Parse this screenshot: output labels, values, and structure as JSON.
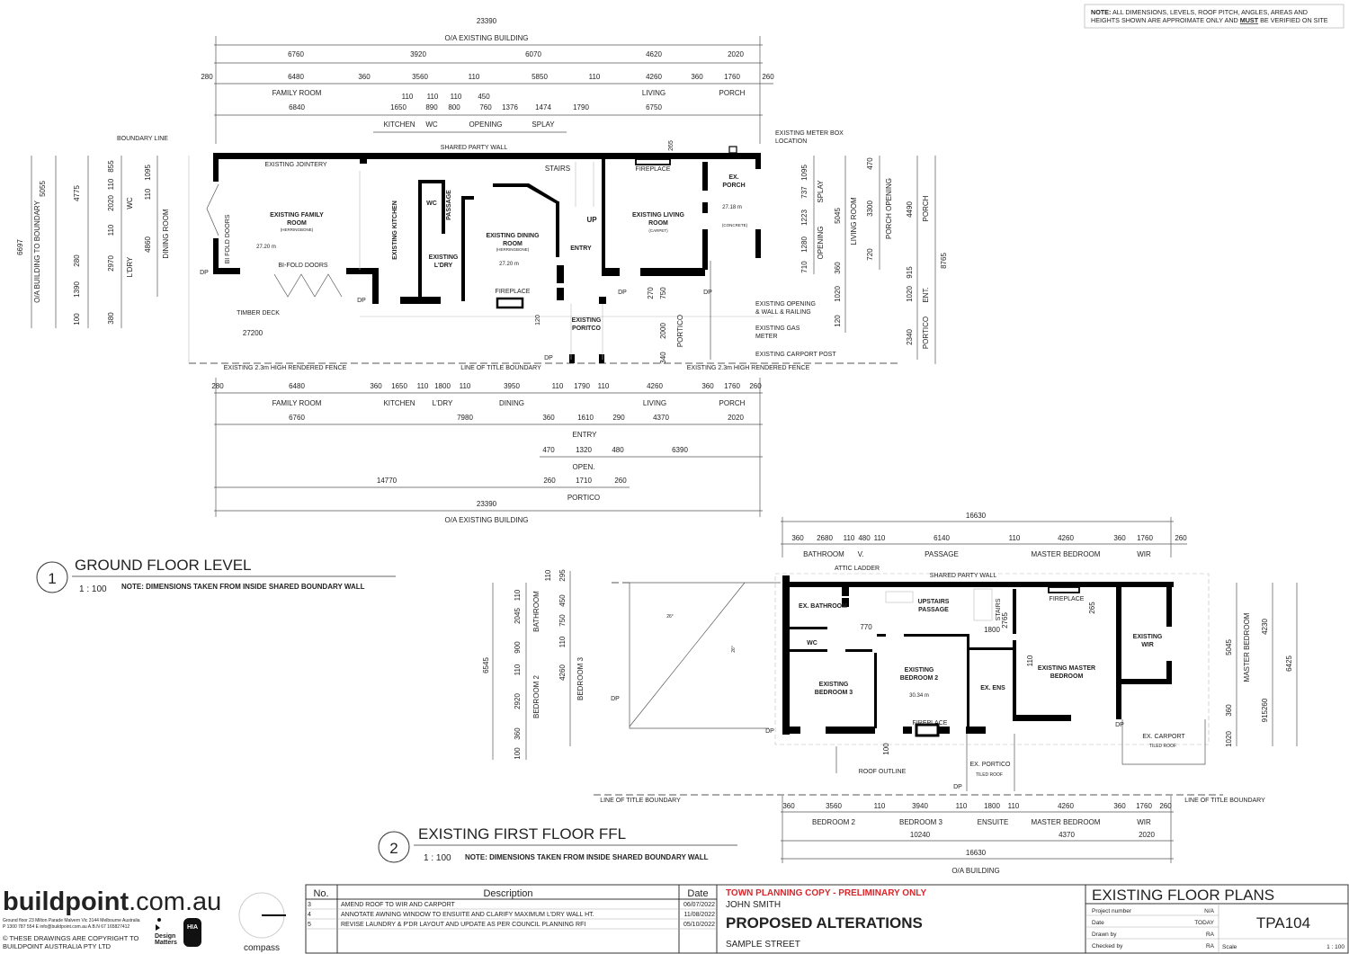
{
  "note": {
    "label": "NOTE:",
    "line1": " ALL DIMENSIONS, LEVELS, ROOF PITCH, ANGLES, AREAS AND",
    "line2a": "HEIGHTS SHOWN ARE APPROIMATE ONLY AND ",
    "must": "MUST",
    "line2b": " BE VERIFIED ON SITE"
  },
  "ground_floor": {
    "number": "1",
    "title": "GROUND FLOOR LEVEL",
    "scale": "1 : 100",
    "note": "NOTE: DIMENSIONS TAKEN FROM INSIDE SHARED BOUNDARY WALL",
    "dims_top": [
      [
        "23390"
      ],
      [
        "O/A EXISTING BUILDING"
      ],
      [
        "6760",
        "3920",
        "6070",
        "4620",
        "2020"
      ],
      [
        "280",
        "6480",
        "360",
        "3560",
        "110",
        "5850",
        "110",
        "4260",
        "360",
        "1760",
        "260"
      ],
      [
        "FAMILY ROOM",
        "LIVING",
        "PORCH"
      ],
      [
        "110",
        "110",
        "110",
        "450"
      ],
      [
        "6840",
        "1650",
        "890",
        "800",
        "760",
        "1376",
        "1474",
        "1790",
        "6750"
      ],
      [
        "KITCHEN",
        "WC",
        "OPENING",
        "SPLAY"
      ]
    ],
    "dims_bottom": [
      [
        "280",
        "6480",
        "360",
        "1650",
        "110",
        "1800",
        "110",
        "3950",
        "110",
        "1790",
        "110",
        "4260",
        "360",
        "1760",
        "260"
      ],
      [
        "FAMILY ROOM",
        "KITCHEN",
        "L'DRY",
        "DINING",
        "LIVING",
        "PORCH"
      ],
      [
        "6760",
        "7980",
        "360",
        "1610",
        "290",
        "4370",
        "2020"
      ],
      [
        "ENTRY"
      ],
      [
        "470",
        "1320",
        "480",
        "6390"
      ],
      [
        "OPEN."
      ],
      [
        "14770",
        "260",
        "1710",
        "260"
      ],
      [
        "PORTICO"
      ],
      [
        "23390"
      ],
      [
        "O/A EXISTING BUILDING"
      ]
    ],
    "dims_left": [
      [
        "6697"
      ],
      [
        "5055"
      ],
      [
        "O/A BUILDING TO BOUNDARY"
      ],
      [
        "4775",
        "280",
        "1390",
        "100"
      ],
      [
        "855",
        "110",
        "2020",
        "110",
        "2970",
        "380"
      ],
      [
        "WC",
        "L'DRY"
      ],
      [
        "1095",
        "110",
        "4860"
      ],
      [
        "DINING ROOM"
      ]
    ],
    "dims_right": [
      [
        "1095",
        "737",
        "1223",
        "1280",
        "710"
      ],
      [
        "SPLAY",
        "OPENING"
      ],
      [
        "5045",
        "360",
        "1020",
        "120"
      ],
      [
        "LIVING ROOM"
      ],
      [
        "470",
        "3300",
        "720"
      ],
      [
        "PORCH OPENING"
      ],
      [
        "4490",
        "915",
        "1020",
        "2340"
      ],
      [
        "PORCH",
        "ENT.",
        "PORTICO"
      ],
      [
        "8765"
      ]
    ],
    "labels": [
      "EXISTING JOINTERY",
      "EXISTING FAMILY",
      "ROOM",
      "(HERRINGBONE)",
      "27.20 m",
      "BI-FOLD DOORS",
      "BI FOLD DOORS",
      "EXISTING KITCHEN",
      "WC",
      "PASSAGE",
      "EXISTING",
      "L'DRY",
      "EXISTING DINING",
      "ROOM",
      "(HERRINGBONE)",
      "27.20 m",
      "FIREPLACE",
      "STAIRS",
      "UP",
      "ENTRY",
      "EXISTING LIVING",
      "ROOM",
      "(CARPET)",
      "FIREPLACE",
      "265",
      "EX.",
      "PORCH",
      "27.18 m",
      "(CONCRETE)",
      "EXISTING",
      "PORITCO",
      "TIMBER DECK",
      "27200",
      "BOUNDARY LINE",
      "SHARED PARTY WALL",
      "EXISTING METER BOX",
      "LOCATION",
      "EXISTING OPENING",
      "& WALL & RAILING",
      "EXISTING GAS",
      "METER",
      "EXISTING CARPORT POST",
      "EXISTING 2.3m HIGH RENDERED FENCE",
      "LINE OF TITLE BOUNDARY",
      "EXISTING 2.3m HIGH RENDERED FENCE",
      "120",
      "270",
      "750",
      "2000",
      "PORTICO",
      "340",
      "DP",
      "DP",
      "DP",
      "DP",
      "DP"
    ]
  },
  "first_floor": {
    "number": "2",
    "title": "EXISTING FIRST FLOOR FFL",
    "scale": "1 : 100",
    "note": "NOTE: DIMENSIONS TAKEN FROM INSIDE SHARED BOUNDARY WALL",
    "dims_top": [
      [
        "16630"
      ],
      [
        "360",
        "2680",
        "110",
        "480",
        "110",
        "6140",
        "110",
        "4260",
        "360",
        "1760",
        "260"
      ],
      [
        "BATHROOM",
        "V.",
        "PASSAGE",
        "MASTER BEDROOM",
        "WIR"
      ]
    ],
    "dims_bottom": [
      [
        "360",
        "3560",
        "110",
        "3940",
        "110",
        "1800",
        "110",
        "4260",
        "360",
        "1760",
        "260"
      ],
      [
        "BEDROOM 2",
        "BEDROOM 3",
        "ENSUITE",
        "MASTER BEDROOM",
        "WIR"
      ],
      [
        "10240",
        "4370",
        "2020"
      ],
      [
        "16630"
      ],
      [
        "O/A BUILDING"
      ]
    ],
    "dims_left": [
      [
        "6545"
      ],
      [
        "110",
        "2045",
        "900",
        "110",
        "2920",
        "360",
        "100"
      ],
      [
        "BATHROOM",
        "BEDROOM 2"
      ],
      [
        "110"
      ],
      [
        "295",
        "450",
        "750",
        "110",
        "4260"
      ],
      [
        "BEDROOM 3"
      ]
    ],
    "dims_right": [
      [
        "5045",
        "360",
        "1020"
      ],
      [
        "MASTER BEDROOM"
      ],
      [
        "4230",
        "915260"
      ],
      [
        "6425"
      ]
    ],
    "labels": [
      "ATTIC LADDER",
      "SHARED PARTY WALL",
      "EX. BATHROOM",
      "WC",
      "EXISTING",
      "BEDROOM 3",
      "EXISTING",
      "BEDROOM 2",
      "30.34 m",
      "FIREPLACE",
      "UPSTAIRS",
      "PASSAGE",
      "STAIRS",
      "770",
      "1800",
      "2765",
      "265",
      "FIREPLACE",
      "110",
      "EXISTING MASTER",
      "BEDROOM",
      "EXISTING",
      "WIR",
      "EX. ENS",
      "EX. CARPORT",
      "TILED ROOF",
      "EX. PORTICO",
      "TILED ROOF",
      "ROOF OUTLINE",
      "100",
      "26°",
      "26°",
      "DP",
      "DP",
      "DP",
      "DP",
      "LINE OF TITLE BOUNDARY",
      "LINE OF TITLE BOUNDARY"
    ]
  },
  "company": {
    "logo_bold": "buildpoint",
    "logo_rest": ".com.au",
    "address": "Ground floor 23 Milton Parade Malvern Vic 3144 Melbourne Australia",
    "contact": "P 1300 787 554 E info@buildpoint.com.au  A.B.N 67 165827412",
    "copyright1": "© THESE DRAWINGS ARE COPYRIGHT TO",
    "copyright2": "BUILDPOINT AUSTRALIA PTY LTD",
    "badge1a": "Design",
    "badge1b": "Matters",
    "badge2": "HIA"
  },
  "compass": {
    "label": "compass"
  },
  "revisions": {
    "headers": [
      "No.",
      "Description",
      "Date"
    ],
    "rows": [
      [
        "3",
        "AMEND ROOF TO WIR AND CARPORT",
        "06/07/2022"
      ],
      [
        "4",
        "ANNOTATE AWNING WINDOW TO ENSUITE AND CLARIFY MAXIMUM L'DRY WALL HT.",
        "11/08/2022"
      ],
      [
        "5",
        "REVISE LAUNDRY & P'DR LAYOUT AND UPDATE AS PER COUNCIL PLANNING RFI",
        "05/10/2022"
      ]
    ]
  },
  "project": {
    "status": "TOWN PLANNING COPY  - PRELIMINARY ONLY",
    "client": "JOHN SMITH",
    "title": "PROPOSED ALTERATIONS",
    "address": "SAMPLE STREET"
  },
  "sheet": {
    "title": "EXISTING FLOOR PLANS",
    "fields": [
      [
        "Project number",
        "N/A"
      ],
      [
        "Date",
        "TODAY"
      ],
      [
        "Drawn by",
        "RA"
      ],
      [
        "Checked by",
        "RA"
      ]
    ],
    "number": "TPA104",
    "scale_label": "Scale",
    "scale_value": "1 : 100"
  },
  "colors": {
    "status_red": "#d9262b",
    "walls": "#000000"
  }
}
